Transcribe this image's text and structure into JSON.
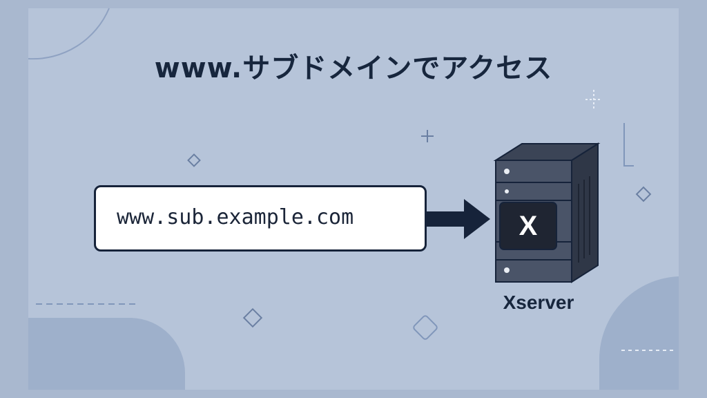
{
  "title": "www.サブドメインでアクセス",
  "url": "www.sub.example.com",
  "server": {
    "label": "Xserver",
    "logo_letter": "X"
  },
  "colors": {
    "background": "#a9b8cf",
    "panel": "#b6c4d9",
    "ink": "#17263d",
    "server_body": "#4a5468"
  },
  "icons": [
    "server-icon",
    "arrow-right-icon"
  ]
}
